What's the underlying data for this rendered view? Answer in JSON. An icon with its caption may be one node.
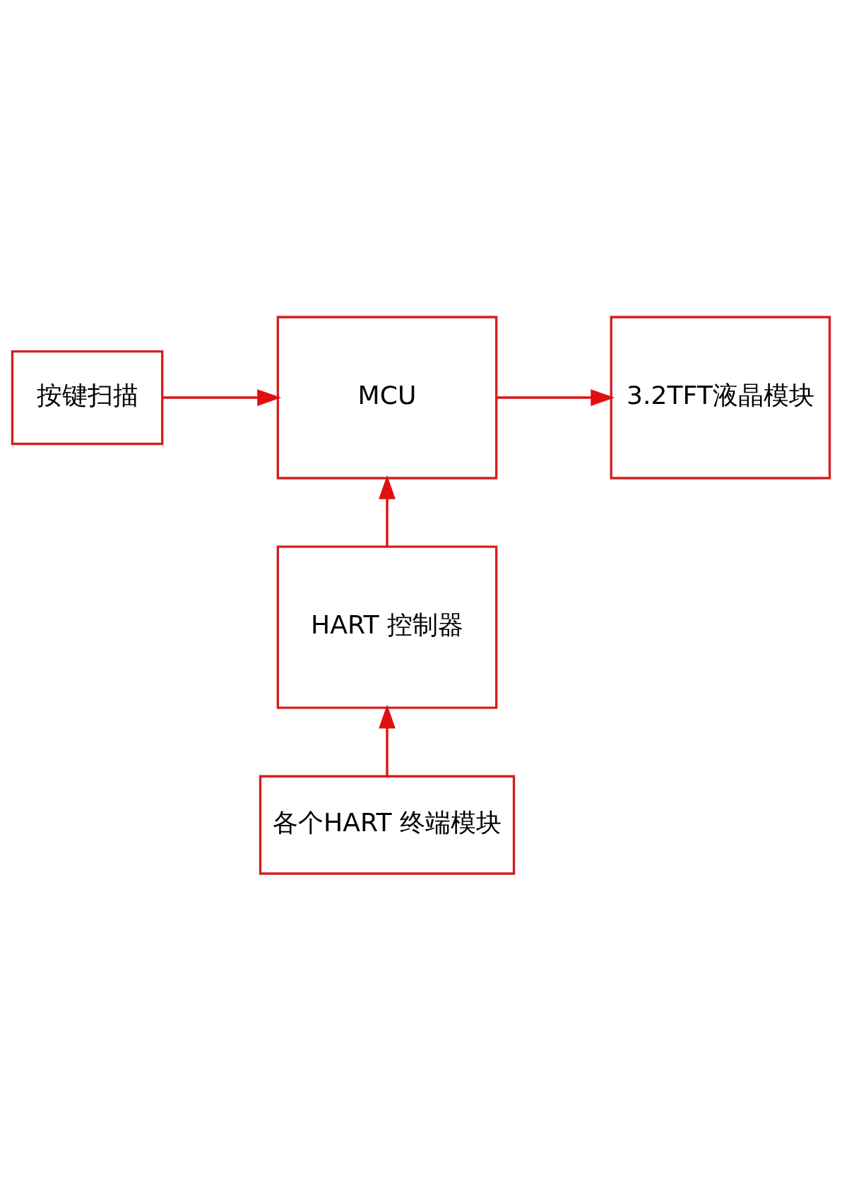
{
  "diagram": {
    "nodes": [
      {
        "text": [
          "按键扫描"
        ]
      },
      {
        "text": [
          "MCU"
        ]
      },
      {
        "text": [
          "3.2TFT液晶模块"
        ]
      },
      {
        "text": [
          "HART 控制器"
        ]
      },
      {
        "text": [
          "各个HART 终端模块"
        ]
      }
    ],
    "edges": [
      {
        "from": 0,
        "to": 1,
        "arrow": "to"
      },
      {
        "from": 1,
        "to": 2,
        "arrow": "to"
      },
      {
        "from": 3,
        "to": 1,
        "arrow": "to"
      },
      {
        "from": 4,
        "to": 3,
        "arrow": "to"
      }
    ]
  }
}
